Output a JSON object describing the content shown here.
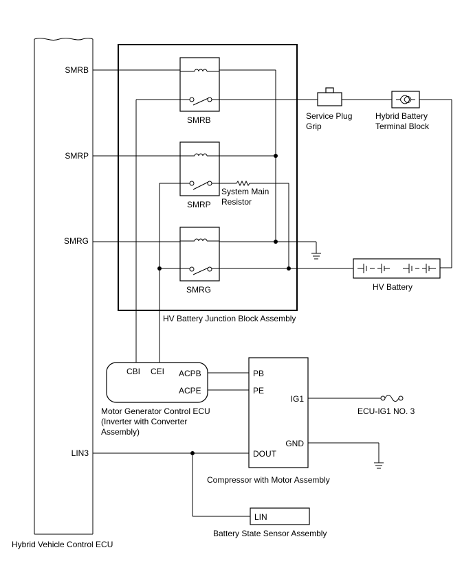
{
  "hv_ecu": {
    "label": "Hybrid Vehicle Control ECU",
    "pins": {
      "smrb": "SMRB",
      "smrp": "SMRP",
      "smrg": "SMRG",
      "lin3": "LIN3"
    }
  },
  "junction_block": {
    "label": "HV Battery Junction Block Assembly",
    "relays": {
      "smrb": "SMRB",
      "smrp": "SMRP",
      "smrg": "SMRG"
    },
    "resistor_label_line1": "System Main",
    "resistor_label_line2": "Resistor"
  },
  "service_plug": {
    "line1": "Service Plug",
    "line2": "Grip"
  },
  "terminal_block": {
    "line1": "Hybrid Battery",
    "line2": "Terminal Block"
  },
  "hv_battery": {
    "label": "HV Battery"
  },
  "mg_ecu": {
    "line1": "Motor Generator Control ECU",
    "line2": "(Inverter with Converter",
    "line3": "Assembly)",
    "pins": {
      "cbi": "CBI",
      "cei": "CEI",
      "acpb": "ACPB",
      "acpe": "ACPE"
    }
  },
  "compressor": {
    "label": "Compressor with Motor Assembly",
    "pins": {
      "pb": "PB",
      "pe": "PE",
      "ig1": "IG1",
      "gnd": "GND",
      "dout": "DOUT"
    }
  },
  "fuse": {
    "label": "ECU-IG1 NO. 3"
  },
  "battery_sensor": {
    "label": "Battery State Sensor Assembly",
    "pins": {
      "lin": "LIN"
    }
  }
}
